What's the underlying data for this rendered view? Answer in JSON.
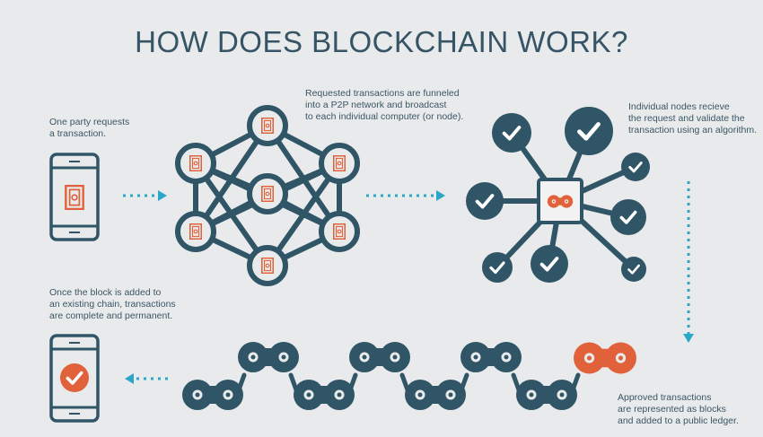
{
  "title": "HOW DOES BLOCKCHAIN WORK?",
  "colors": {
    "background": "#e9eaeb",
    "primary": "#2f5566",
    "accent": "#e0613a",
    "arrow": "#2aa6c8",
    "text": "#3a5666"
  },
  "steps": [
    {
      "lines": [
        "One party requests",
        "a transaction."
      ]
    },
    {
      "lines": [
        "Requested transactions are funneled",
        "into a P2P network and broadcast",
        "to each individual computer (or node)."
      ]
    },
    {
      "lines": [
        "Individual nodes recieve",
        "the request and validate the",
        "transaction using an algorithm."
      ]
    },
    {
      "lines": [
        "Approved transactions",
        "are represented as blocks",
        "and added to a public ledger."
      ]
    },
    {
      "lines": [
        "Once the block is added to",
        "an existing chain,  transactions",
        "are complete and permanent."
      ]
    }
  ],
  "icons": {
    "phone_request": "phone-banknote-icon",
    "network": "p2p-network-icon",
    "validation": "validation-check-nodes-icon",
    "block": "chain-link-icon",
    "phone_done": "phone-checkmark-icon"
  }
}
